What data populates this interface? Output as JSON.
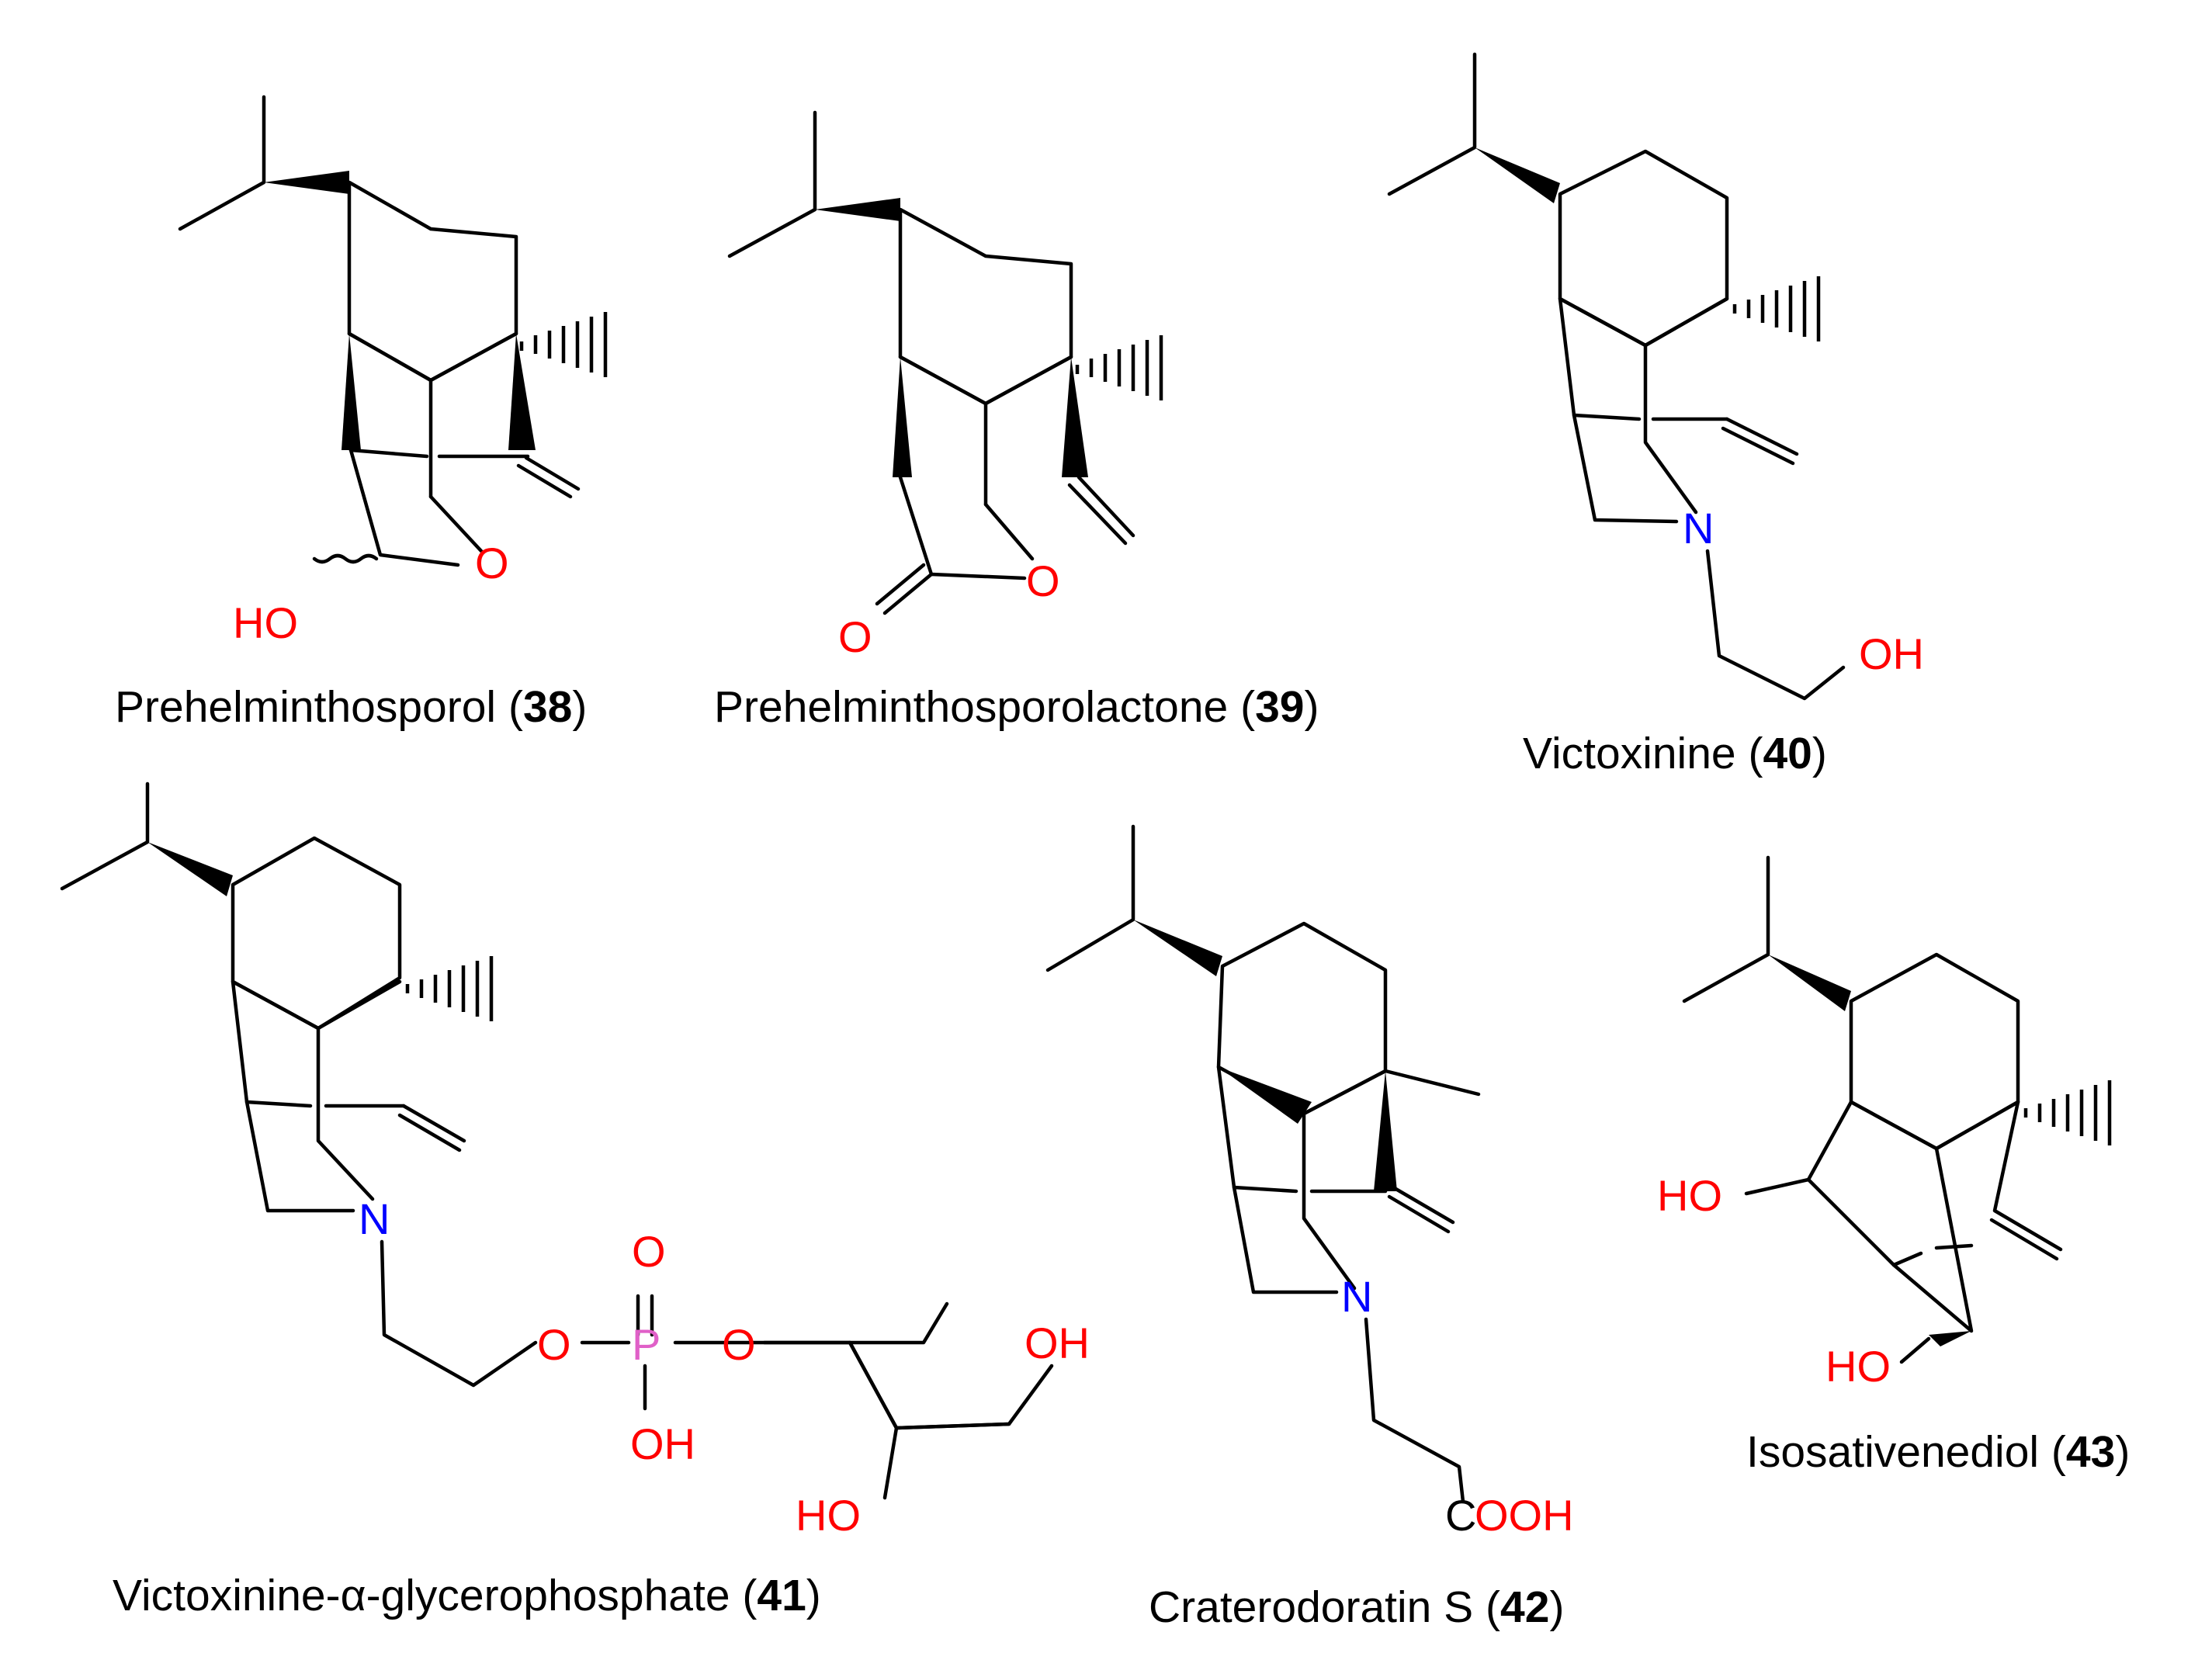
{
  "colors": {
    "bond": "#000000",
    "oxygen": "#ff0000",
    "nitrogen": "#0000ff",
    "phosphorus": "#e060c8",
    "carbon_label": "#000000"
  },
  "compounds": [
    {
      "id": "38",
      "name": "Prehelminthosporol",
      "labels": {
        "o_ring": "O",
        "ho": "HO"
      }
    },
    {
      "id": "39",
      "name": "Prehelminthosporolactone",
      "labels": {
        "o_ring": "O",
        "o_carbonyl": "O"
      }
    },
    {
      "id": "40",
      "name": "Victoxinine",
      "labels": {
        "n": "N",
        "oh": "OH"
      }
    },
    {
      "id": "41",
      "name_pre": "Victoxinine-",
      "name_alpha": "α",
      "name_post": "-glycerophosphate",
      "labels": {
        "n": "N",
        "o1": "O",
        "p": "P",
        "o2": "O",
        "o_double": "O",
        "oh_p": "OH",
        "oh_1": "OH",
        "ho_2": "HO"
      }
    },
    {
      "id": "42",
      "name": "Craterodoratin S",
      "labels": {
        "n": "N",
        "c": "C",
        "ooh": "OOH"
      }
    },
    {
      "id": "43",
      "name": "Isosativenediol",
      "labels": {
        "ho_1": "HO",
        "ho_2": "HO"
      }
    }
  ]
}
